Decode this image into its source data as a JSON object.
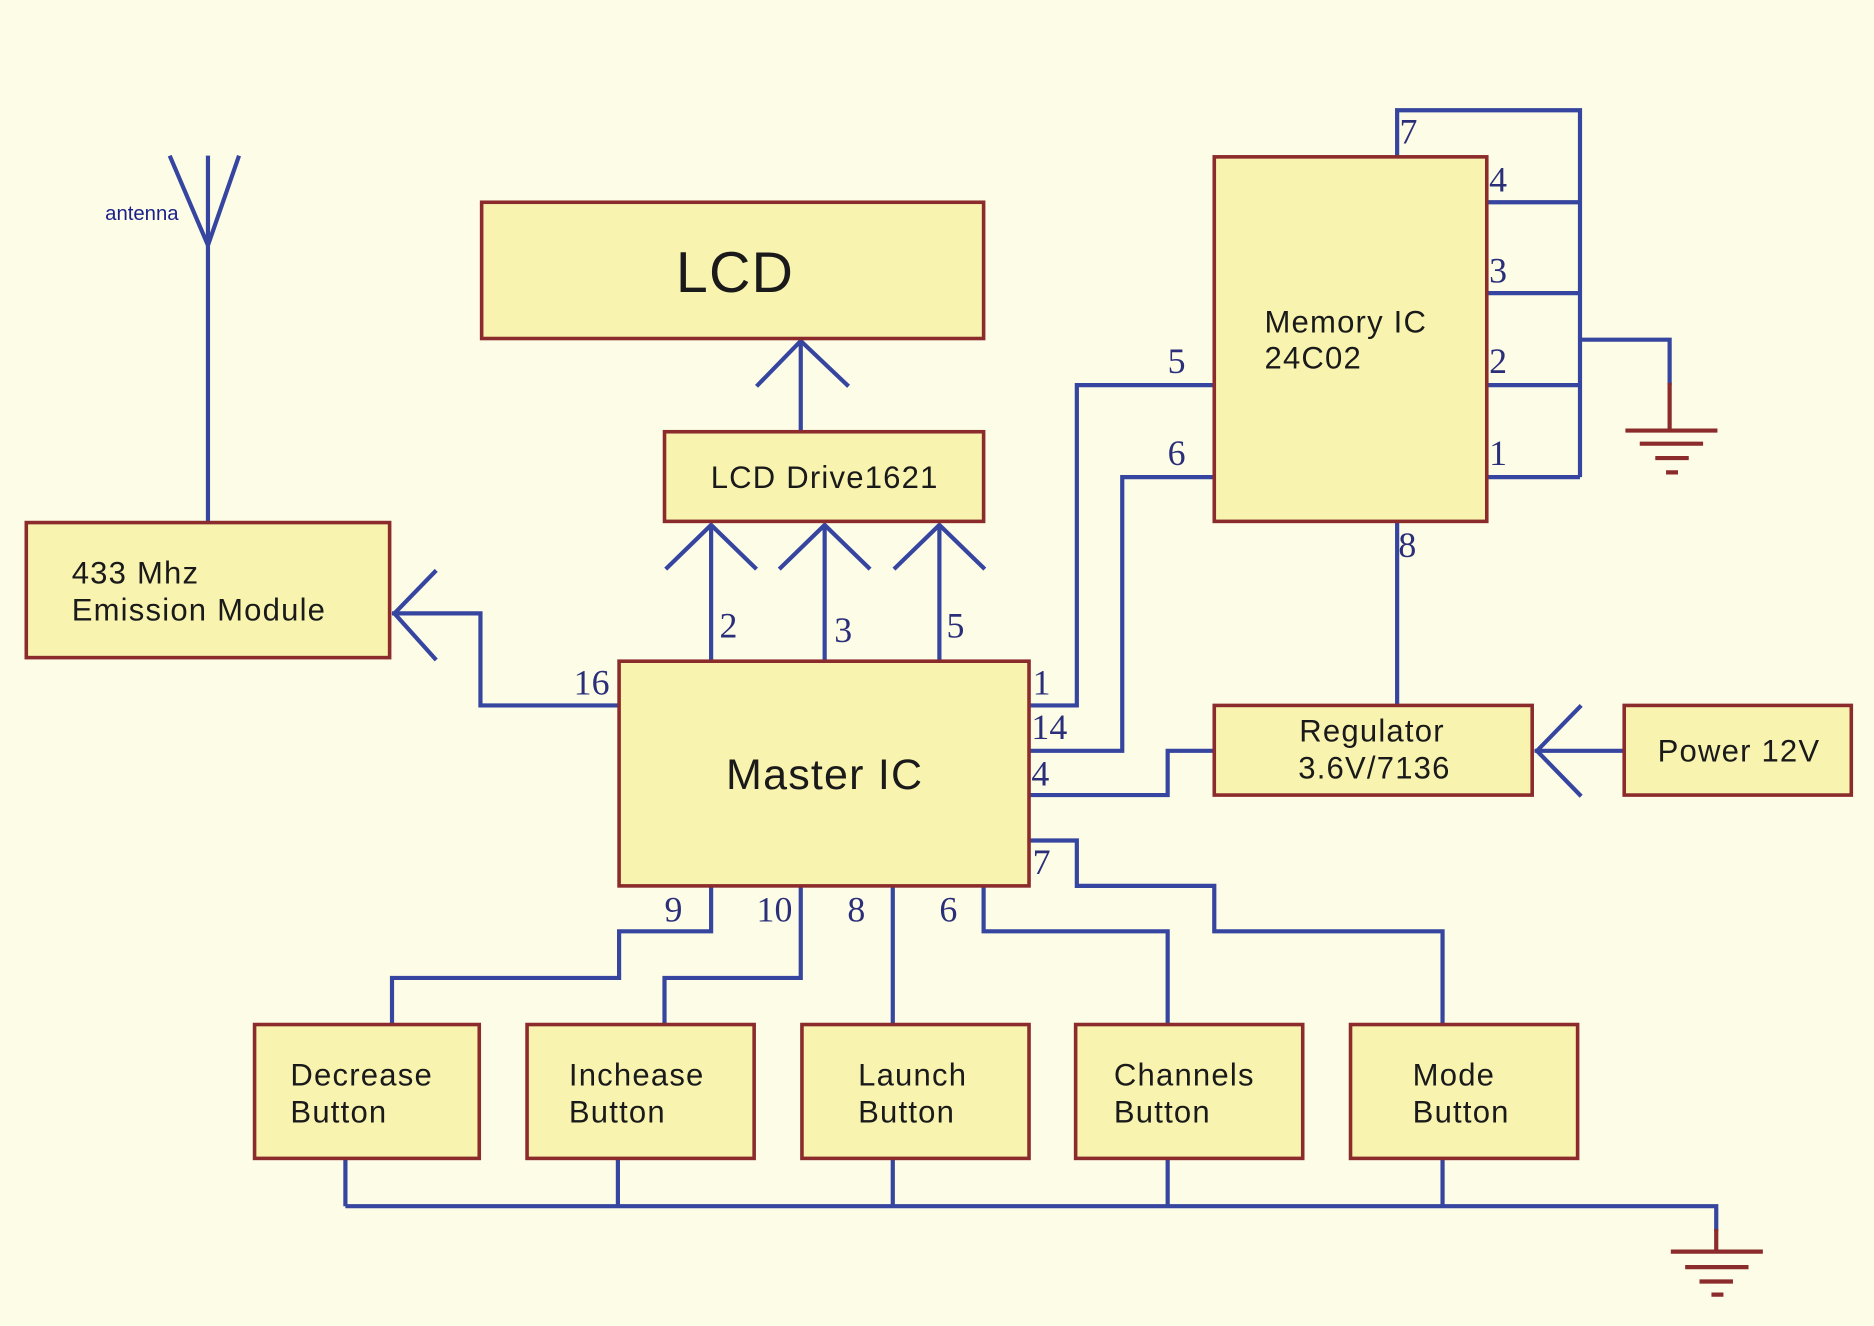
{
  "colors": {
    "background": "#fdfce6",
    "block_fill": "#f8f4b0",
    "block_border": "#8b2b2b",
    "wire": "#3545a0",
    "ground": "#8b2b2b"
  },
  "antenna": {
    "label": "antenna"
  },
  "blocks": {
    "emission": {
      "line1": "433 Mhz",
      "line2": "Emission Module"
    },
    "lcd": {
      "label": "LCD"
    },
    "lcd_drive": {
      "label": "LCD Drive1621"
    },
    "master": {
      "label": "Master IC"
    },
    "memory": {
      "line1": "Memory IC",
      "line2": "24C02"
    },
    "regulator": {
      "line1": "Regulator",
      "line2": "3.6V/7136"
    },
    "power": {
      "label": "Power 12V"
    }
  },
  "buttons": [
    {
      "line1": "Decrease",
      "line2": "Button"
    },
    {
      "line1": "Inchease",
      "line2": "Button"
    },
    {
      "line1": "Launch",
      "line2": "Button"
    },
    {
      "line1": "Channels",
      "line2": "Button"
    },
    {
      "line1": "Mode",
      "line2": "Button"
    }
  ],
  "pins": {
    "master_16": "16",
    "master_2": "2",
    "master_3": "3",
    "master_5": "5",
    "master_1": "1",
    "master_14": "14",
    "master_4": "4",
    "master_7": "7",
    "master_9": "9",
    "master_10": "10",
    "master_8": "8",
    "master_6": "6",
    "memory_5": "5",
    "memory_6": "6",
    "memory_7": "7",
    "memory_4": "4",
    "memory_3": "3",
    "memory_2": "2",
    "memory_1": "1",
    "memory_8": "8"
  }
}
